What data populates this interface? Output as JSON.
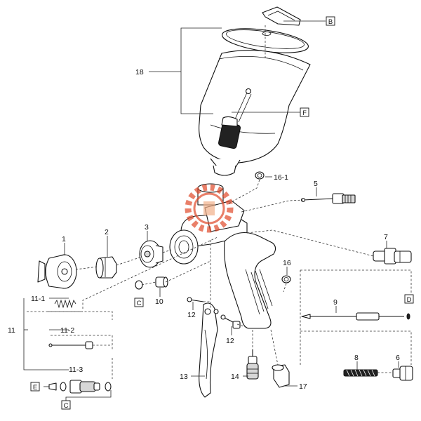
{
  "labels": {
    "p1": "1",
    "p2": "2",
    "p3": "3",
    "p5": "5",
    "p6": "6",
    "p7": "7",
    "p8": "8",
    "p9": "9",
    "p10": "10",
    "p11": "11",
    "p11_1": "11-1",
    "p11_2": "11-2",
    "p11_3": "11-3",
    "p12a": "12",
    "p12b": "12",
    "p13": "13",
    "p14": "14",
    "p16": "16",
    "p16_1": "16-1",
    "p17": "17",
    "p18": "18"
  },
  "callouts": {
    "b": "B",
    "f": "F",
    "c1": "C",
    "c2": "C",
    "d": "D",
    "e": "E"
  },
  "colors": {
    "watermark": "#e04a2a"
  }
}
